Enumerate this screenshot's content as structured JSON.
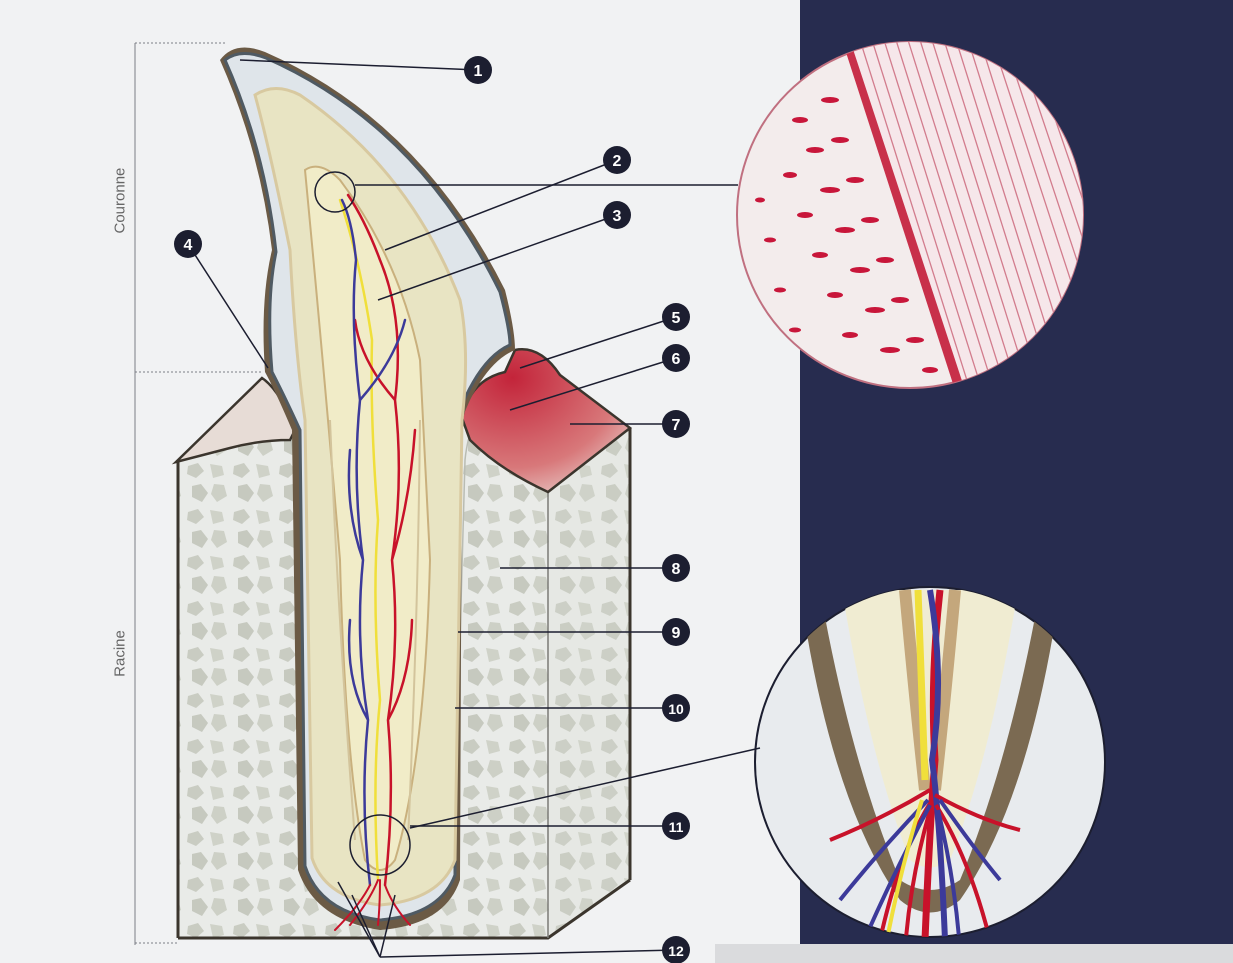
{
  "labels": {
    "crown": "Couronne",
    "root": "Racine"
  },
  "callouts": [
    "1",
    "2",
    "3",
    "4",
    "5",
    "6",
    "7",
    "8",
    "9",
    "10",
    "11",
    "12"
  ],
  "colors": {
    "panel": "#272c4f",
    "enamel": "#dfe5ea",
    "dentin": "#eceacb",
    "pulp": "#f1ecc8",
    "cementum": "#6b5a45",
    "gum": "#c9444a",
    "artery": "#c8122a",
    "vein": "#3c3a9a",
    "nerve": "#f0df3b",
    "marker": "#1c1e30"
  }
}
